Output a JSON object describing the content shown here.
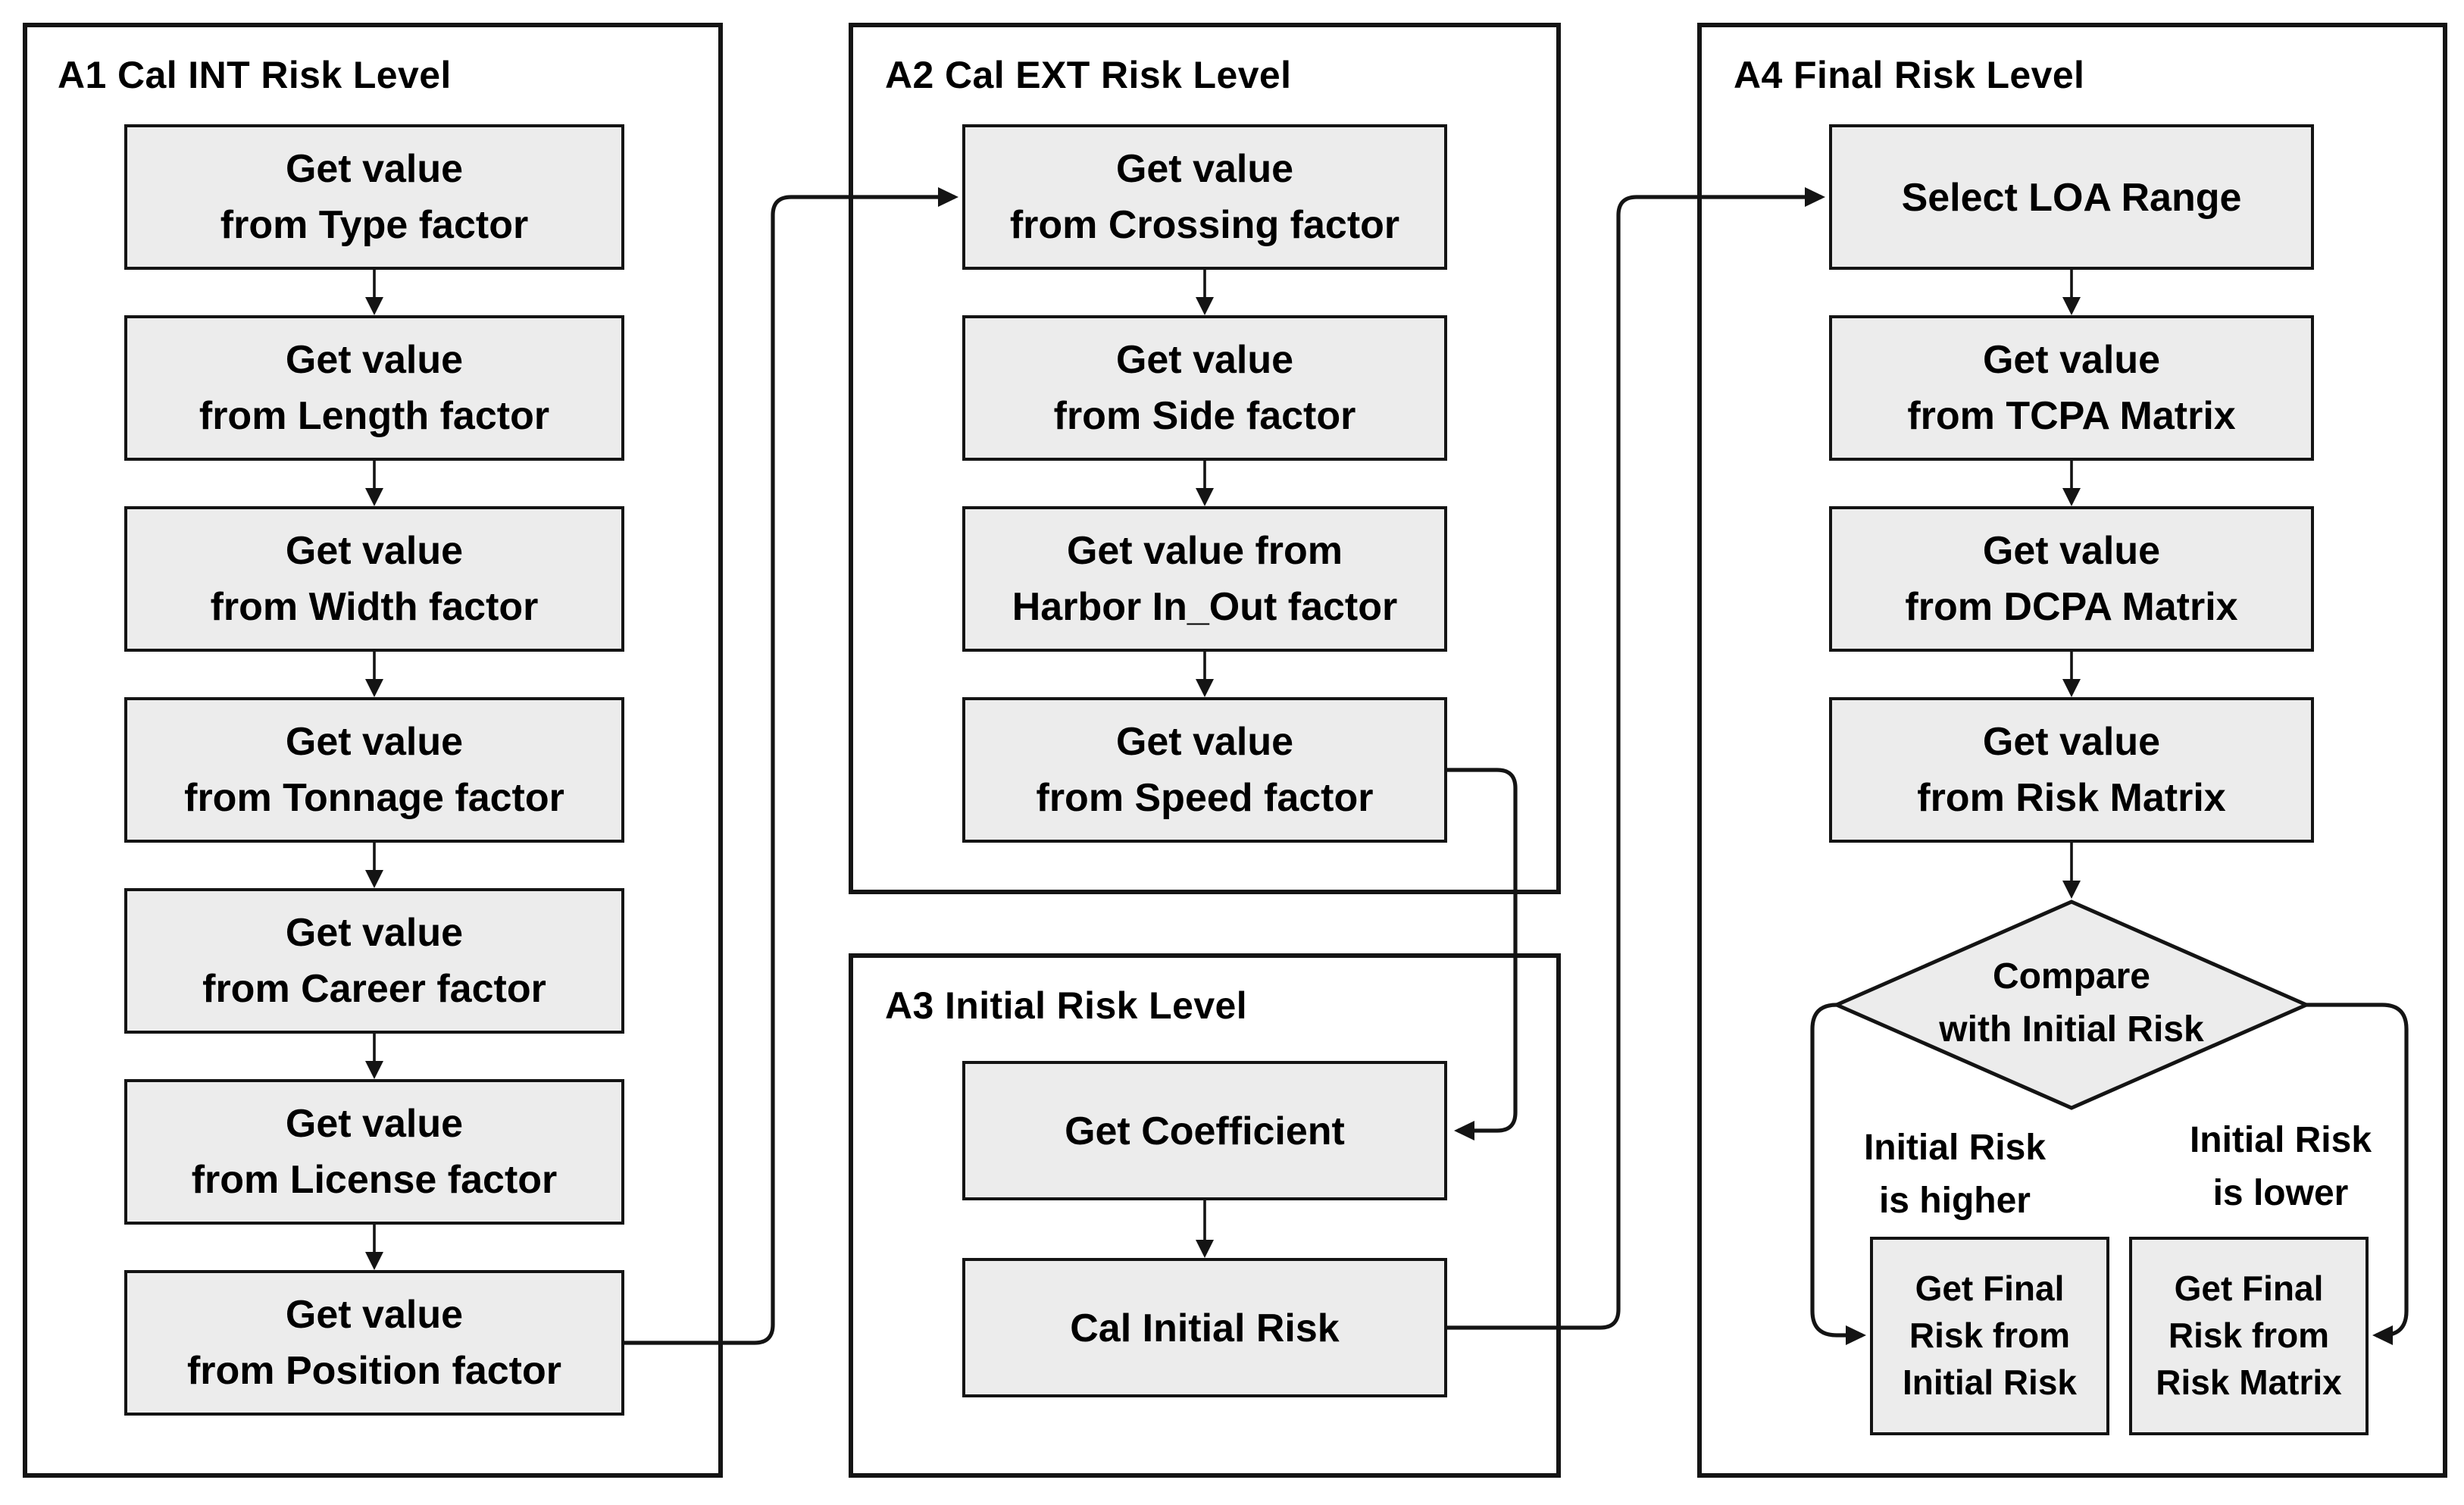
{
  "colors": {
    "background": "#ffffff",
    "node_fill": "#ececec",
    "line": "#141414",
    "text": "#000000"
  },
  "containers": {
    "a1": {
      "title": "A1 Cal INT Risk Level",
      "boxes": [
        "Get value\nfrom Type factor",
        "Get value\nfrom Length factor",
        "Get value\nfrom Width factor",
        "Get value\nfrom Tonnage factor",
        "Get value\nfrom Career factor",
        "Get value\nfrom License factor",
        "Get value\nfrom Position factor"
      ]
    },
    "a2": {
      "title": "A2 Cal EXT Risk Level",
      "boxes": [
        "Get value\nfrom Crossing factor",
        "Get value\nfrom Side factor",
        "Get value from\nHarbor In_Out factor",
        "Get value\nfrom Speed factor"
      ]
    },
    "a3": {
      "title": "A3 Initial Risk Level",
      "boxes": [
        "Get Coefficient",
        "Cal Initial Risk"
      ]
    },
    "a4": {
      "title": "A4 Final Risk Level",
      "boxes": [
        "Select LOA Range",
        "Get value\nfrom TCPA Matrix",
        "Get value\nfrom DCPA Matrix",
        "Get value\nfrom Risk Matrix"
      ],
      "decision": "Compare\nwith Initial Risk",
      "branch_labels": [
        "Initial Risk\nis higher",
        "Initial Risk\nis lower"
      ],
      "outcome_boxes": [
        "Get Final\nRisk from\nInitial Risk",
        "Get Final\nRisk from\nRisk Matrix"
      ]
    }
  }
}
